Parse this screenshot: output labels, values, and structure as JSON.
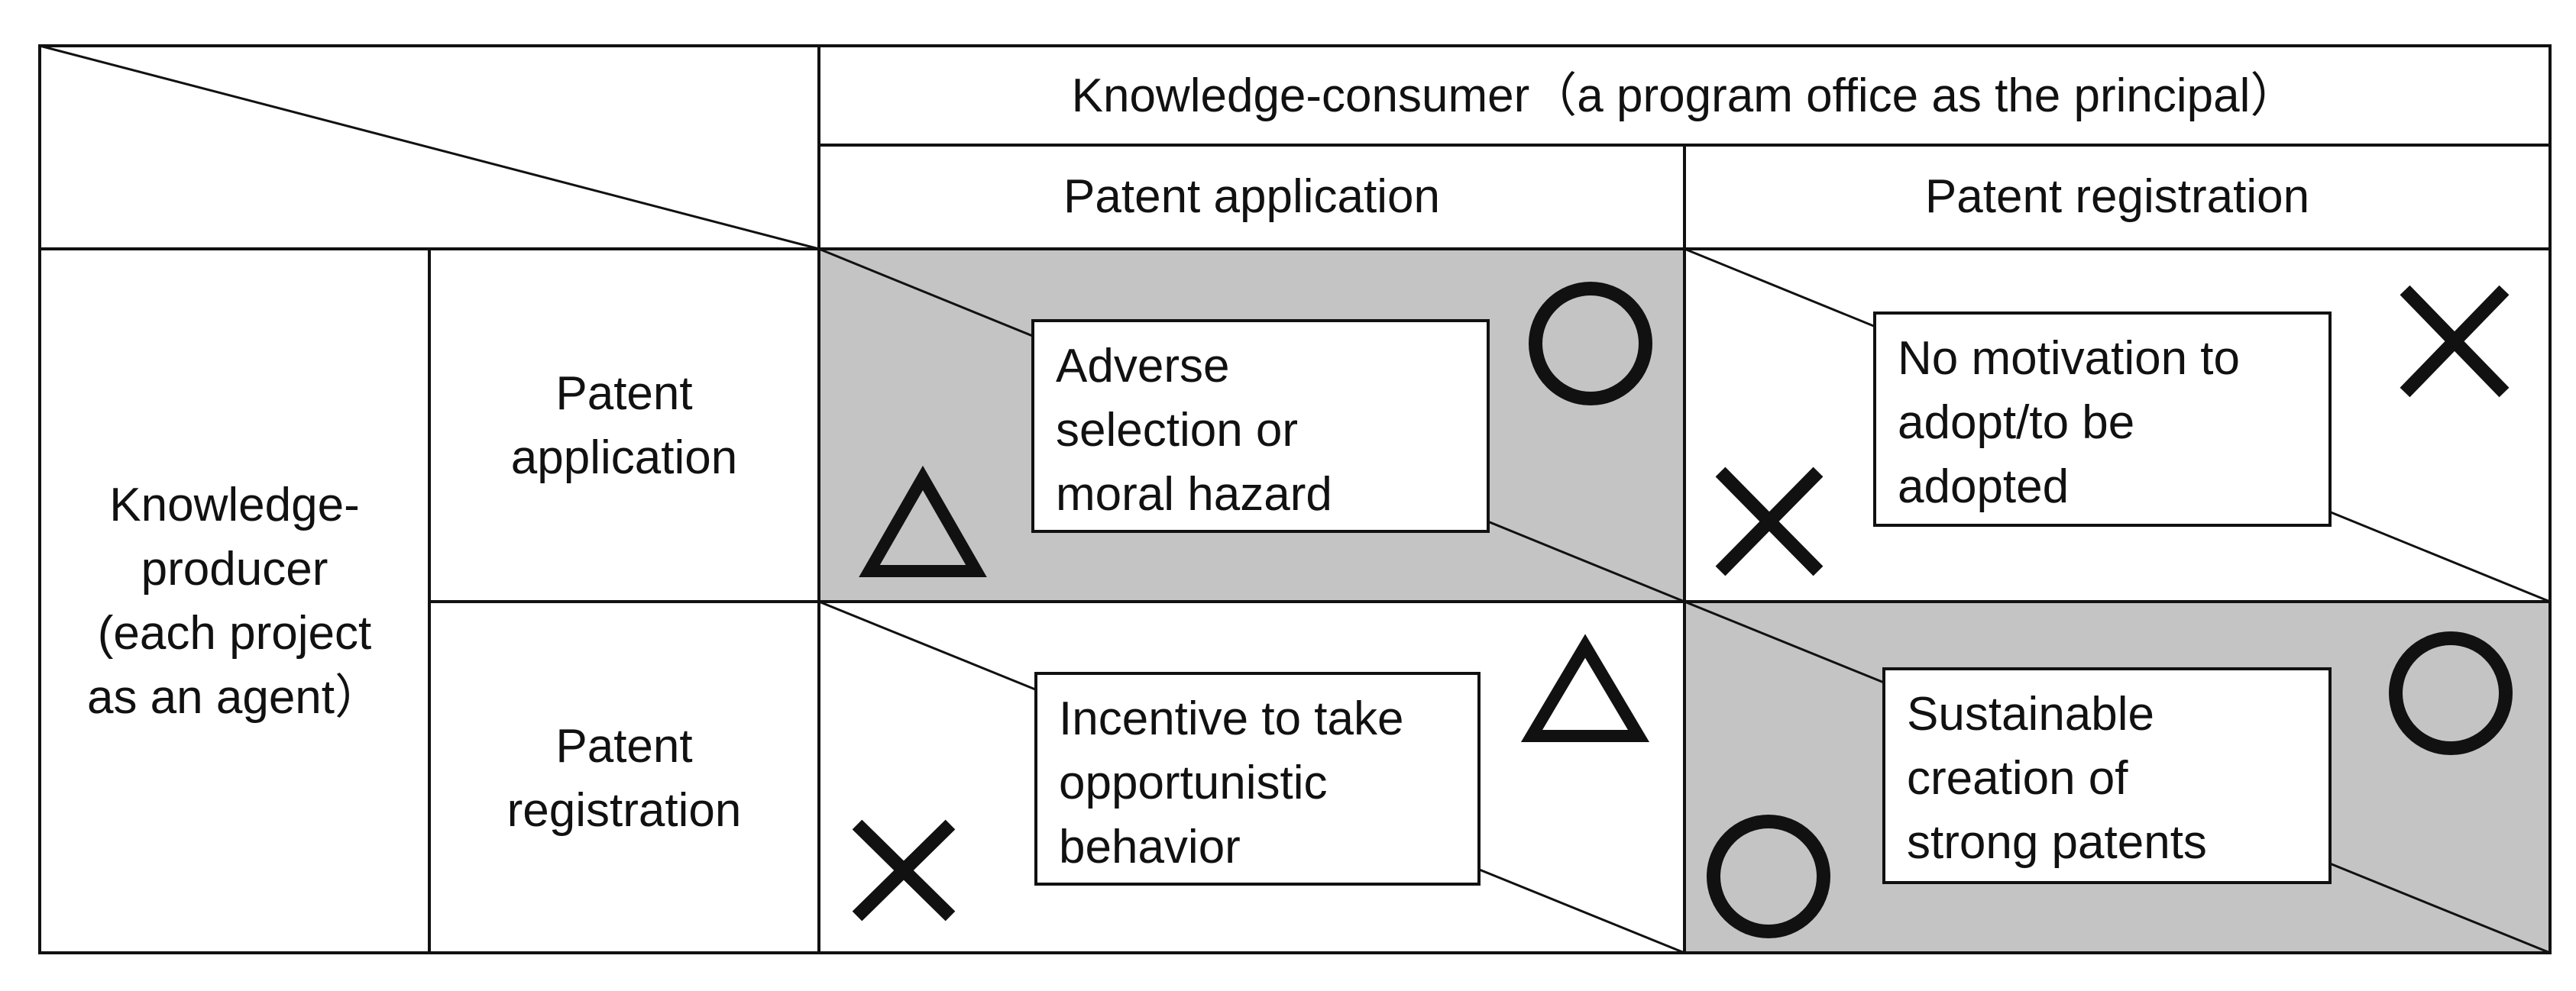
{
  "header": {
    "consumer_title": "Knowledge-consumer（a program office as the principal）",
    "col1": "Patent application",
    "col2": "Patent registration"
  },
  "producer_label": "Knowledge-\nproducer\n(each project\nas an agent）",
  "rows": [
    {
      "label": "Patent\napplication"
    },
    {
      "label": "Patent\nregistration"
    }
  ],
  "cells": [
    {
      "text": "Adverse\nselection or\nmoral hazard",
      "shaded": true,
      "consumer_symbol": "circle",
      "producer_symbol": "triangle"
    },
    {
      "text": "No motivation to\nadopt/to be\nadopted",
      "shaded": false,
      "consumer_symbol": "cross",
      "producer_symbol": "cross"
    },
    {
      "text": "Incentive to take\nopportunistic\nbehavior",
      "shaded": false,
      "consumer_symbol": "triangle",
      "producer_symbol": "cross"
    },
    {
      "text": "Sustainable\ncreation of\nstrong patents",
      "shaded": true,
      "consumer_symbol": "circle",
      "producer_symbol": "circle"
    }
  ],
  "colors": {
    "shade": "#c4c4c4",
    "line": "#111111"
  }
}
